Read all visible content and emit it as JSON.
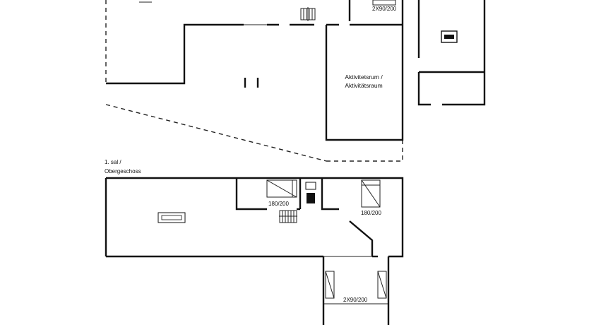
{
  "ground_floor": {
    "rooms": {
      "activity": {
        "line1": "Aktivitetsrum /",
        "line2": "Aktivitätsraum"
      }
    },
    "beds": {
      "top_right": "2X90/200"
    },
    "icons": [
      "stair-icon",
      "car-icon"
    ]
  },
  "upper_floor": {
    "title_line1": "1. sal /",
    "title_line2": "Obergeschoss",
    "beds": {
      "double_left": "180/200",
      "double_right": "180/200",
      "twin_lower": "2X90/200"
    },
    "icons": [
      "sofa-icon",
      "stair-icon",
      "toilet-icon"
    ]
  }
}
